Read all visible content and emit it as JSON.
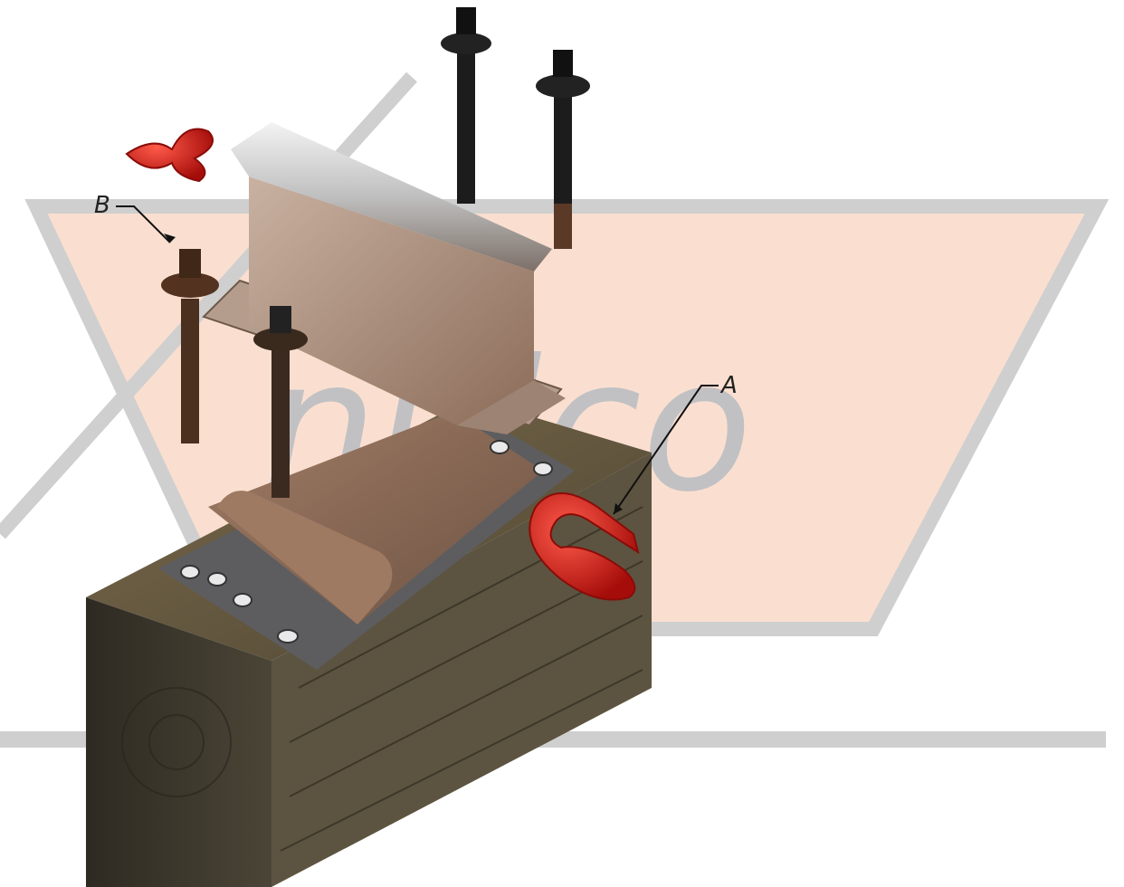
{
  "figure": {
    "labels": {
      "a": "A",
      "b": "B"
    },
    "watermark": {
      "text": "nulco",
      "stripe_color": "#c9c9c9",
      "fill_color": "#f9d8c8"
    },
    "parts": [
      "rail",
      "tie-plate",
      "timber-sleeper",
      "screw-spike",
      "rail-anchor-clip",
      "rail-pad"
    ],
    "colors": {
      "wood": "#6a5a3f",
      "plate": "#8a6a55",
      "rail": "#a9978b",
      "spike_black": "#1c1c1c",
      "spike_brown": "#4b2f1f",
      "clip_red": "#d1120f"
    }
  }
}
